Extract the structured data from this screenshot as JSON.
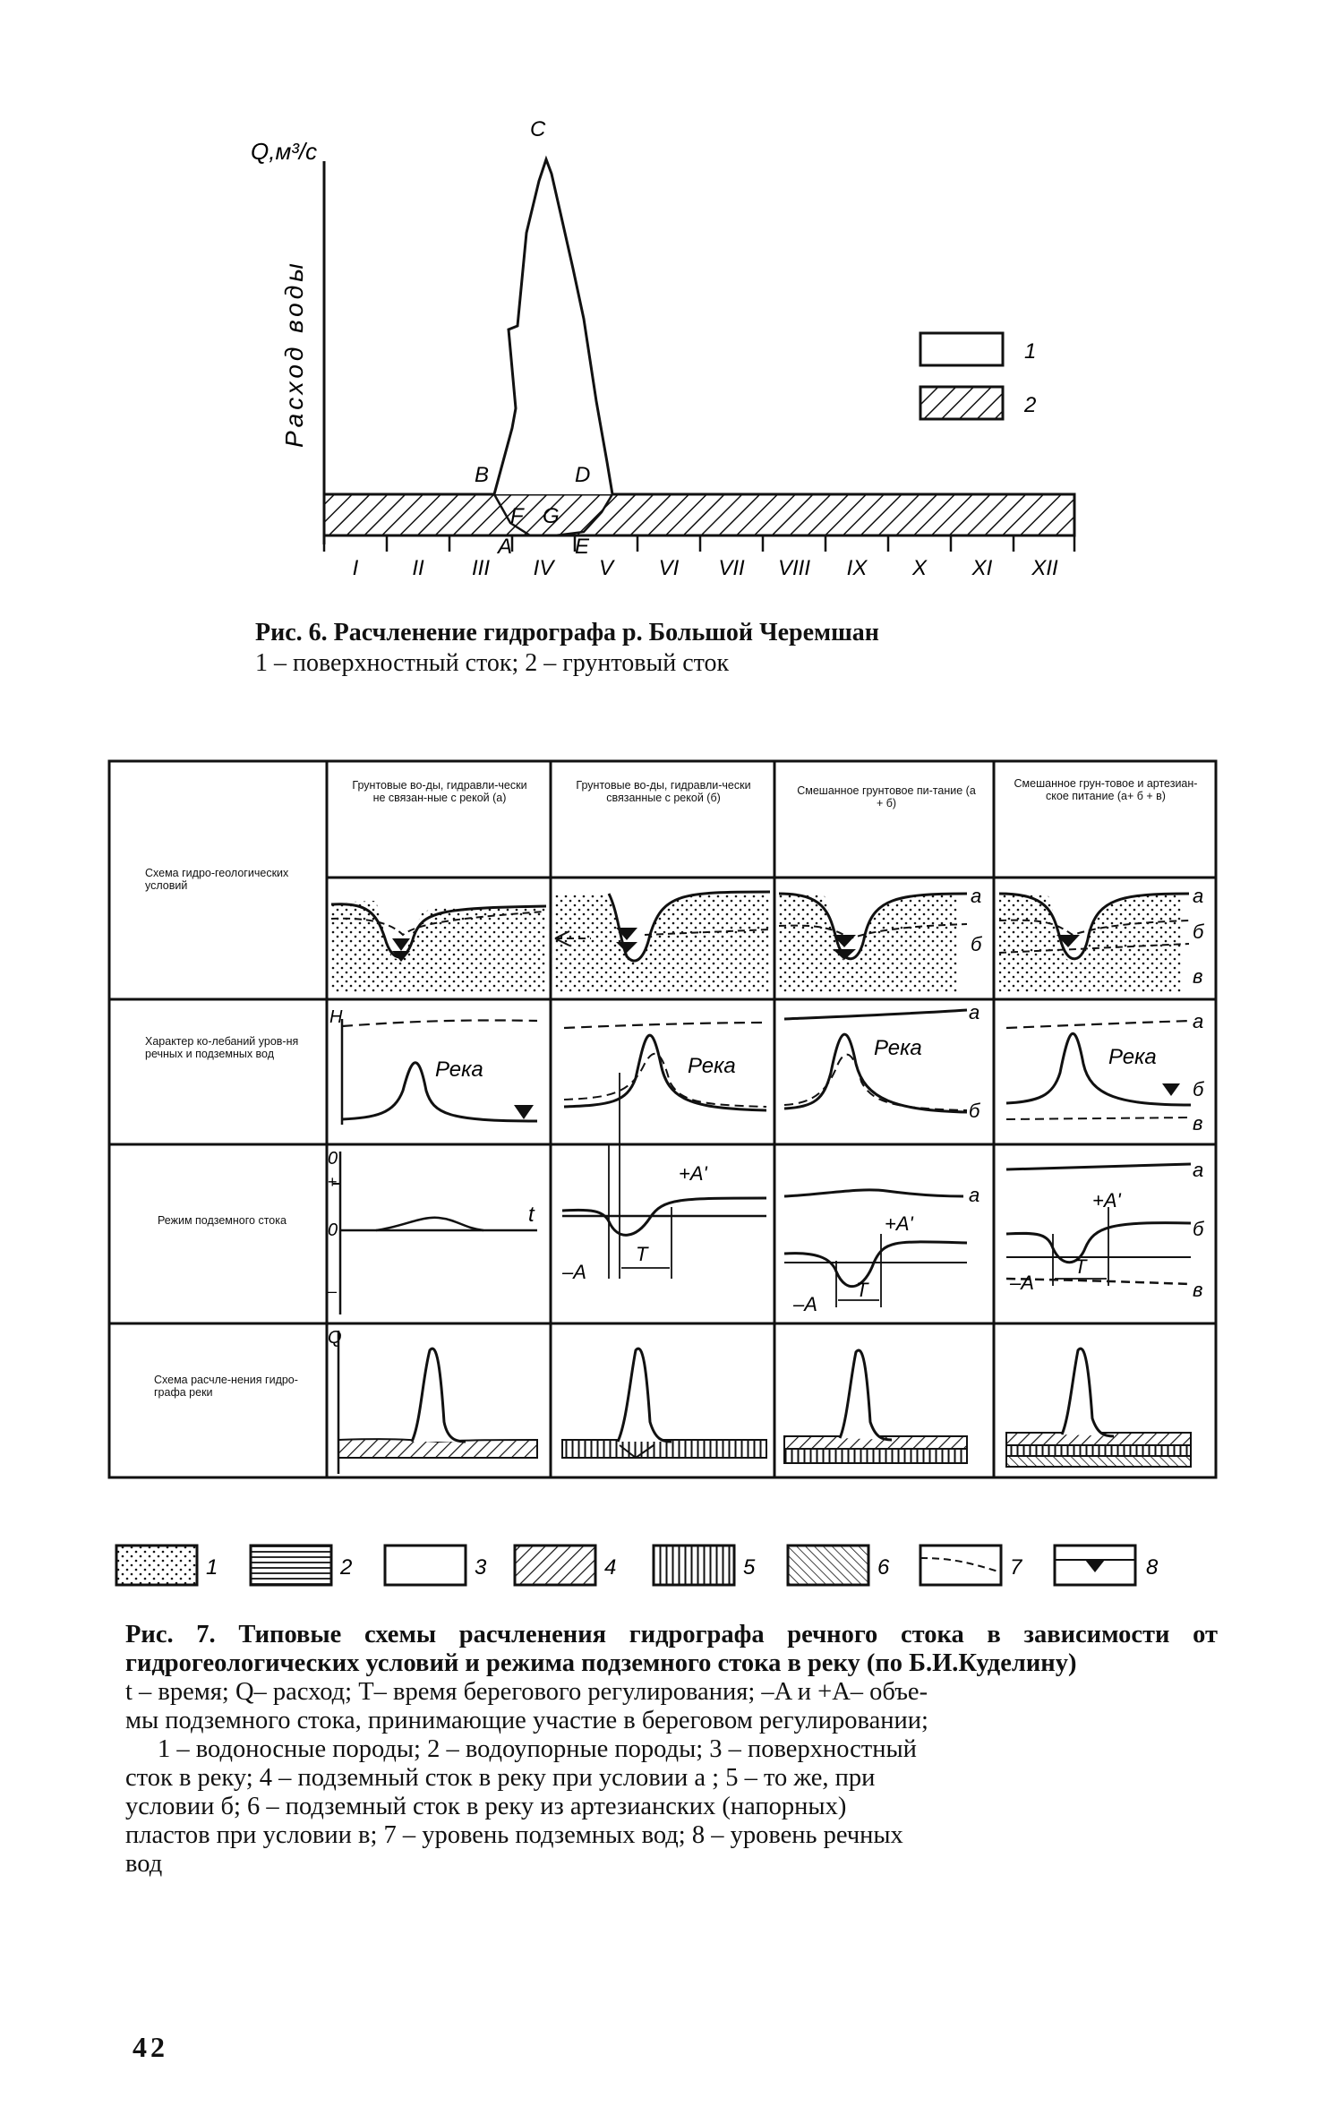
{
  "figure6": {
    "y_axis_unit": "Q,м³/с",
    "y_axis_label": "Расход воды",
    "points": [
      "A",
      "B",
      "C",
      "D",
      "E",
      "F",
      "G"
    ],
    "legend": [
      "1",
      "2"
    ],
    "months": [
      "I",
      "II",
      "III",
      "IV",
      "V",
      "VI",
      "VII",
      "VIII",
      "IX",
      "X",
      "XI",
      "XII"
    ],
    "caption_title": "Рис. 6. Расчленение гидрографа р. Большой Черемшан",
    "caption_legend": "1 – поверхностный сток; 2 – грунтовый сток"
  },
  "figure7": {
    "columns": [
      "Грунтовые во-ды, гидравли-чески не связан-ные с рекой (а)",
      "Грунтовые во-ды, гидравли-чески связанные с рекой (б)",
      "Смешанное грунтовое пи-тание (а + б)",
      "Смешанное грун-товое и артезиан-ское питание (а+ б + в)"
    ],
    "rows": [
      "Схема гидро-геологических условий",
      "Характер ко-лебаний уров-ня речных и подземных вод",
      "Режим подземного стока",
      "Схема расчле-нения гидро-графа реки"
    ],
    "river_label": "Река",
    "level_labels": [
      "а",
      "б",
      "в"
    ],
    "axis_labels": [
      "H",
      "Q",
      "t",
      "+",
      "0",
      "–"
    ],
    "markers": [
      "+A'",
      "–A",
      "T"
    ],
    "legend_numbers": [
      "1",
      "2",
      "3",
      "4",
      "5",
      "6",
      "7",
      "8"
    ],
    "caption_title": "Рис. 7. Типовые схемы расчленения гидрографа речного стока в зависимости от гидрогеологических условий и режима подземного стока в реку (по Б.И.Куделину)",
    "caption_lines": [
      "t – время;  Q– расход;  T– время берегового регулирования; –A и +A– объе-",
      "мы подземного стока, принимающие участие в береговом регулировании;",
      "1 – водоносные породы;  2 – водоупорные породы;  3 – поверхностный",
      "сток в реку;  4 – подземный сток  в реку при условии  а ;  5 – то же, при",
      "условии б;  6 – подземный сток в реку  из артезианских     (напорных)",
      "пластов при условии в;  7 – уровень подземных вод;  8 –     уровень речных",
      "вод"
    ]
  },
  "page_number": "42"
}
